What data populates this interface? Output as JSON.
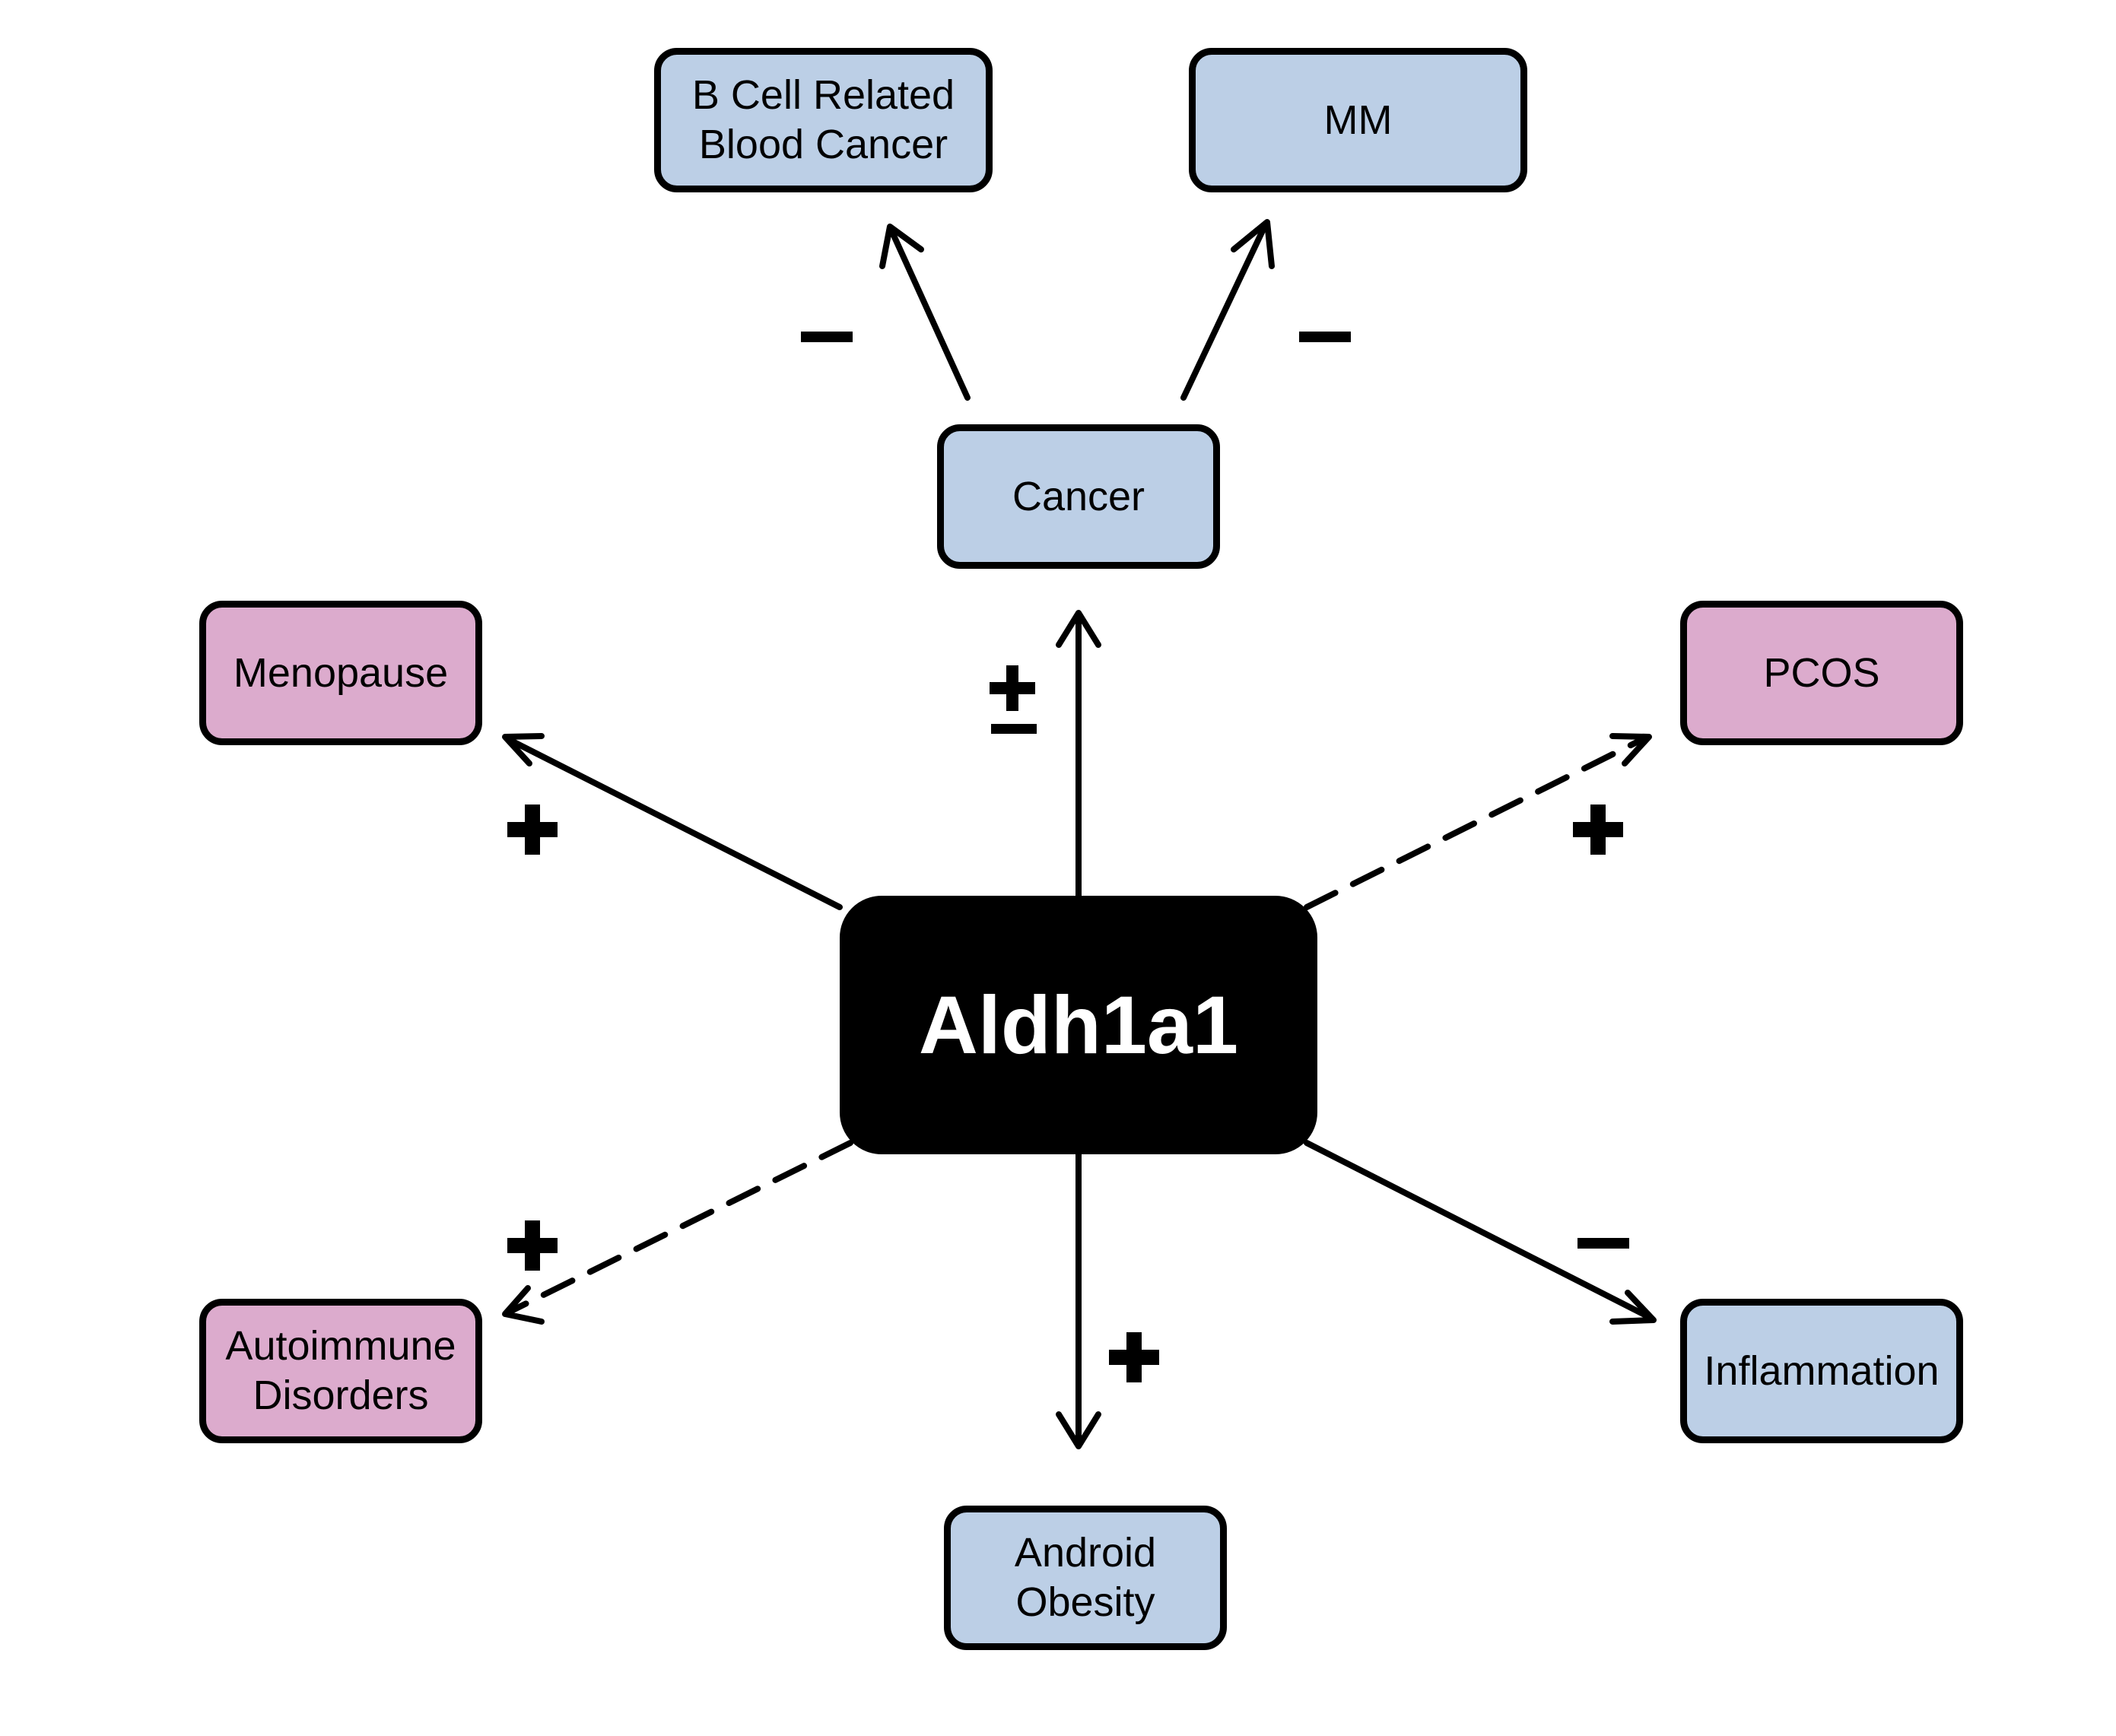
{
  "diagram": {
    "central_node": {
      "label": "Aldh1a1"
    },
    "nodes": {
      "cancer": {
        "label": "Cancer",
        "color": "#bccfe6"
      },
      "b_cell": {
        "label": "B Cell Related\nBlood Cancer",
        "color": "#bccfe6"
      },
      "mm": {
        "label": "MM",
        "color": "#bccfe6"
      },
      "menopause": {
        "label": "Menopause",
        "color": "#dcabcd"
      },
      "pcos": {
        "label": "PCOS",
        "color": "#dcabcd"
      },
      "autoimmune": {
        "label": "Autoimmune\nDisorders",
        "color": "#dcabcd"
      },
      "inflammation": {
        "label": "Inflammation",
        "color": "#bccfe6"
      },
      "android_obesity": {
        "label": "Android\nObesity",
        "color": "#bccfe6"
      }
    },
    "edges": [
      {
        "from": "Aldh1a1",
        "to": "Cancer",
        "sign": "±",
        "style": "solid"
      },
      {
        "from": "Cancer",
        "to": "B Cell Related Blood Cancer",
        "sign": "−",
        "style": "solid"
      },
      {
        "from": "Cancer",
        "to": "MM",
        "sign": "−",
        "style": "solid"
      },
      {
        "from": "Aldh1a1",
        "to": "Menopause",
        "sign": "+",
        "style": "solid"
      },
      {
        "from": "Aldh1a1",
        "to": "PCOS",
        "sign": "+",
        "style": "dashed"
      },
      {
        "from": "Aldh1a1",
        "to": "Autoimmune Disorders",
        "sign": "+",
        "style": "dashed"
      },
      {
        "from": "Aldh1a1",
        "to": "Inflammation",
        "sign": "−",
        "style": "solid"
      },
      {
        "from": "Aldh1a1",
        "to": "Android Obesity",
        "sign": "+",
        "style": "solid"
      }
    ]
  }
}
